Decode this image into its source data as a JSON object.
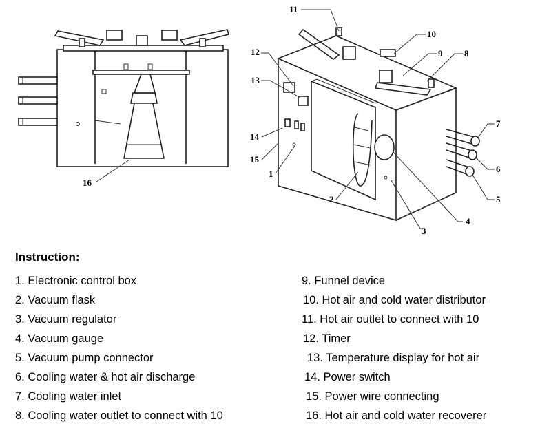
{
  "diagram": {
    "callouts": [
      "1",
      "2",
      "3",
      "4",
      "5",
      "6",
      "7",
      "8",
      "9",
      "10",
      "11",
      "12",
      "13",
      "14",
      "15",
      "16"
    ]
  },
  "instructions": {
    "title": "Instruction:",
    "left": [
      "1. Electronic control box",
      "2. Vacuum flask",
      "3. Vacuum regulator",
      "4. Vacuum gauge",
      "5. Vacuum pump connector",
      "6. Cooling water & hot air discharge",
      "7. Cooling water inlet",
      "8. Cooling water outlet to connect with 10"
    ],
    "right": [
      "9. Funnel device",
      "10. Hot air and cold water distributor",
      "11. Hot air outlet to connect with 10",
      "12. Timer",
      "13. Temperature display for hot air",
      "14. Power switch",
      "15. Power wire connecting",
      "16. Hot air and cold water recoverer"
    ]
  }
}
